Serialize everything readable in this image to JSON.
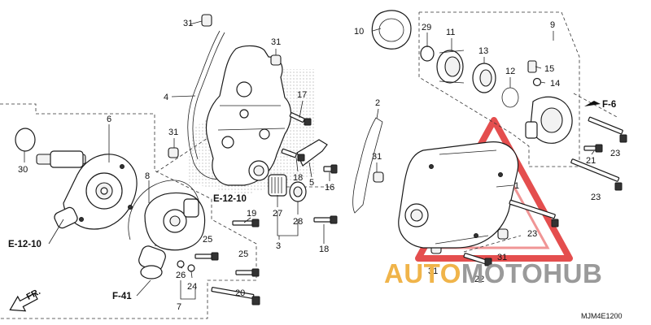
{
  "diagram": {
    "code": "MJM4E1200",
    "direction_label": "FR.",
    "callouts": {
      "c1": "1",
      "c2": "2",
      "c3": "3",
      "c4": "4",
      "c5": "5",
      "c6": "6",
      "c7": "7",
      "c8": "8",
      "c9": "9",
      "c10": "10",
      "c11": "11",
      "c12": "12",
      "c13": "13",
      "c14": "14",
      "c15": "15",
      "c16": "16",
      "c17": "17",
      "c18a": "18",
      "c18b": "18",
      "c19": "19",
      "c20": "20",
      "c21": "21",
      "c22": "22",
      "c23a": "23",
      "c23b": "23",
      "c23c": "23",
      "c24": "24",
      "c25a": "25",
      "c25b": "25",
      "c26": "26",
      "c27": "27",
      "c28": "28",
      "c29": "29",
      "c30": "30",
      "c31a": "31",
      "c31b": "31",
      "c31c": "31",
      "c31d": "31",
      "c31e": "31",
      "c31f": "31"
    },
    "references": {
      "e1210_left": "E-12-10",
      "e1210_mid": "E-12-10",
      "f41": "F-41",
      "f6": "F-6"
    }
  },
  "watermark": {
    "word_part1": "AUTO",
    "word_part2": "MOTO",
    "word_part3": "HUB",
    "color_primary": "#f0b44a",
    "color_secondary": "#9a9a9a",
    "triangle_color": "#e23b3b"
  }
}
